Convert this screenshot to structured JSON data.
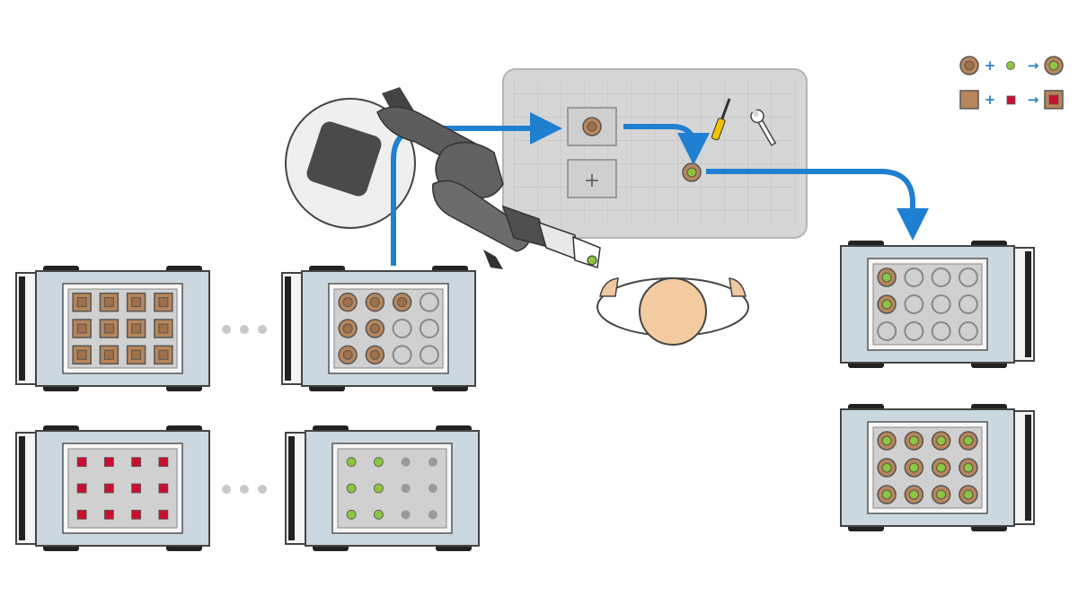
{
  "legend": {
    "rows": [
      {
        "input_a": "round-part",
        "operator": "+",
        "input_b": "green-dot",
        "arrow": "→",
        "output": "round-part-with-green-dot"
      },
      {
        "input_a": "square-part",
        "operator": "+",
        "input_b": "red-square",
        "arrow": "→",
        "output": "square-part-with-red-square"
      }
    ]
  },
  "workbench": {
    "center_mark": "+"
  },
  "ellipsis": [
    "•",
    "•",
    "•"
  ],
  "colors": {
    "flow_arrow": "#1f7fd1",
    "tray_body": "#ccd8e0",
    "tray_outline": "#444444",
    "part_brown": "#b8865a",
    "part_green": "#8cc63f",
    "part_red": "#c8102e",
    "bench": "#d6d6d6",
    "robot_dark": "#555555"
  },
  "trays": [
    {
      "id": "square-parts",
      "contents": "square",
      "filled": 12,
      "slots": 12
    },
    {
      "id": "round-parts",
      "contents": "round",
      "filled": 7,
      "slots": 12
    },
    {
      "id": "red-inserts",
      "contents": "red",
      "filled": 12,
      "slots": 12
    },
    {
      "id": "green-inserts",
      "contents": "green",
      "filled": 6,
      "slots": 12
    },
    {
      "id": "output-partial",
      "contents": "assembled",
      "filled": 2,
      "slots": 12
    },
    {
      "id": "output-full",
      "contents": "assembled",
      "filled": 12,
      "slots": 12
    }
  ]
}
